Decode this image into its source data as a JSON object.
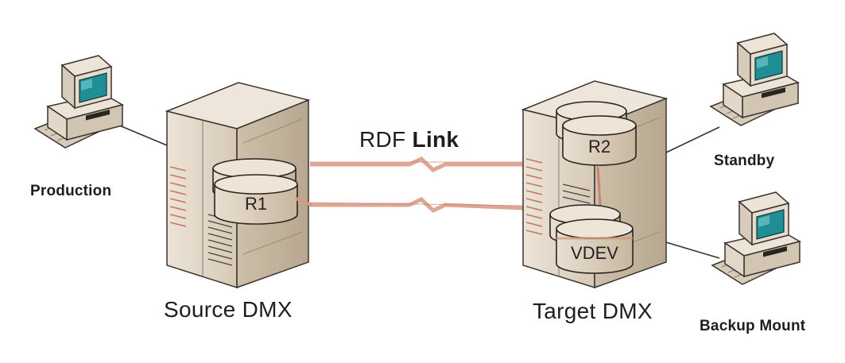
{
  "link": {
    "label_prefix": "RDF",
    "label_suffix": "Link"
  },
  "hosts": {
    "production": "Production",
    "standby": "Standby",
    "backup_mount": "Backup Mount"
  },
  "arrays": {
    "source": "Source DMX",
    "target": "Target DMX"
  },
  "volumes": {
    "r1": "R1",
    "r2": "R2",
    "vdev": "VDEV"
  },
  "colors": {
    "cabinet_face": "#e6ddcf",
    "cabinet_side": "#c9bba6",
    "disk_fill": "#ddd0bf",
    "disk_outline": "#2a2420",
    "link_line": "#d89880",
    "screen": "#1f8f95",
    "stripe": "#c05848"
  }
}
